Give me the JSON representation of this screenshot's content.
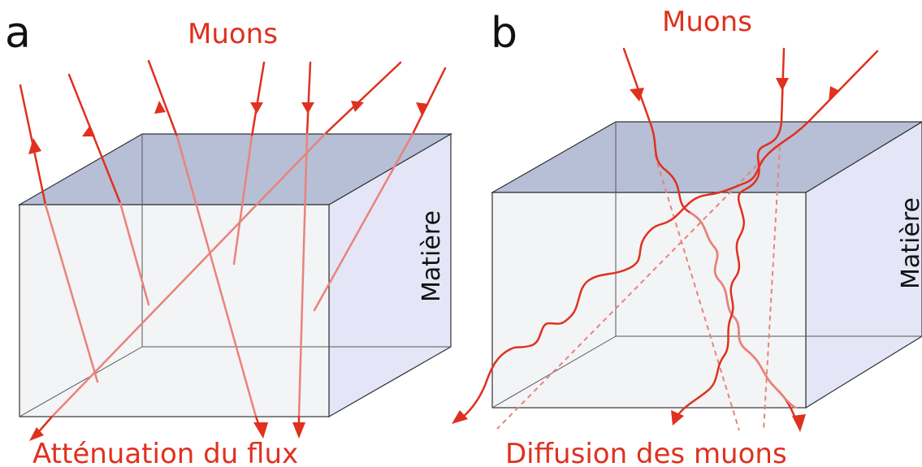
{
  "panels": [
    {
      "letter": "a",
      "top_label": "Muons",
      "bottom_label": "Atténuation du flux",
      "side_label": "Matière"
    },
    {
      "letter": "b",
      "top_label": "Muons",
      "bottom_label": "Diffusion des muons",
      "side_label": "Matière"
    }
  ],
  "colors": {
    "muon": "#e0301e",
    "muon_faded": "#e8837a",
    "box_top": "#b6bfd6",
    "box_right": "#e4e6f7",
    "box_front": "#f1f2f4",
    "edge": "#333333"
  }
}
